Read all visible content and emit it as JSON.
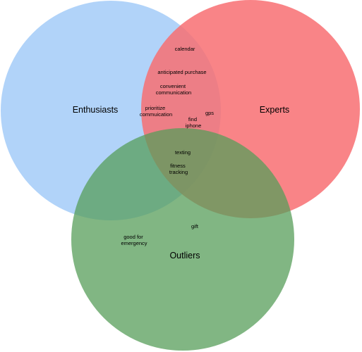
{
  "sets": {
    "enthusiasts": {
      "label": "Enthusiasts",
      "color": "#9dc8f7"
    },
    "experts": {
      "label": "Experts",
      "color": "#f86f72"
    },
    "outliers": {
      "label": "Outliers",
      "color": "#579d5a"
    }
  },
  "items": {
    "calendar": [
      "calendar"
    ],
    "anticipated_purchase": [
      "anticipated purchase"
    ],
    "convenient_communication": [
      "convenient",
      "communication"
    ],
    "prioritize_communication": [
      "prioritize",
      "commuication"
    ],
    "gps": [
      "gps"
    ],
    "find_iphone": [
      "find",
      "iphone"
    ],
    "texting": [
      "texting"
    ],
    "fitness_tracking": [
      "fitness",
      "tracking"
    ],
    "gift": [
      "gift"
    ],
    "good_for_emergency": [
      "good for",
      "emergency"
    ]
  }
}
